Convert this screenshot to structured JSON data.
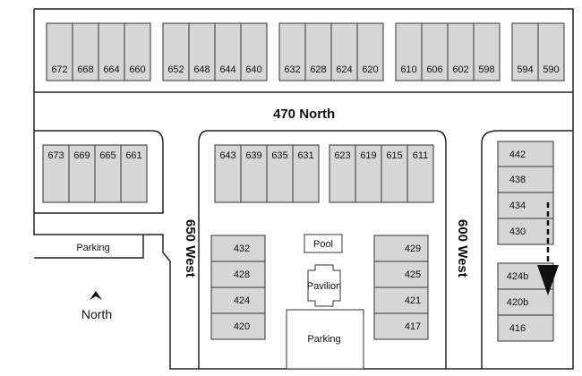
{
  "streets": {
    "north_street": "470 North",
    "west_street_left": "650 West",
    "west_street_right": "600 West"
  },
  "top_rows": [
    [
      "672",
      "668",
      "664",
      "660"
    ],
    [
      "652",
      "648",
      "644",
      "640"
    ],
    [
      "632",
      "628",
      "624",
      "620"
    ],
    [
      "610",
      "606",
      "602",
      "598"
    ],
    [
      "594",
      "590"
    ]
  ],
  "middle_rows": [
    [
      "673",
      "669",
      "665",
      "661"
    ],
    [
      "643",
      "639",
      "635",
      "631"
    ],
    [
      "623",
      "619",
      "615",
      "611"
    ]
  ],
  "right_column": [
    "442",
    "438",
    "434",
    "430",
    "424b",
    "420b",
    "416"
  ],
  "left_inner_column": [
    "432",
    "428",
    "424",
    "420"
  ],
  "right_inner_column": [
    "429",
    "425",
    "421",
    "417"
  ],
  "facilities": {
    "pool": "Pool",
    "pavilion": "Pavilion",
    "parking_bottom": "Parking",
    "parking_left": "Parking"
  },
  "compass": {
    "label": "North"
  }
}
